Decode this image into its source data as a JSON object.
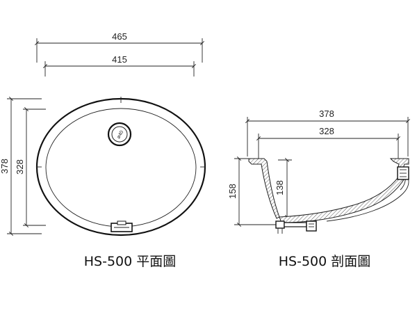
{
  "plan_view": {
    "outer_width": "465",
    "inner_width": "415",
    "outer_depth": "378",
    "inner_depth": "328",
    "drain_label": "ø40",
    "title": "HS-500 平面圖"
  },
  "section_view": {
    "outer_width": "378",
    "inner_width": "328",
    "total_height": "158",
    "inner_height": "138",
    "title": "HS-500 剖面圖"
  }
}
